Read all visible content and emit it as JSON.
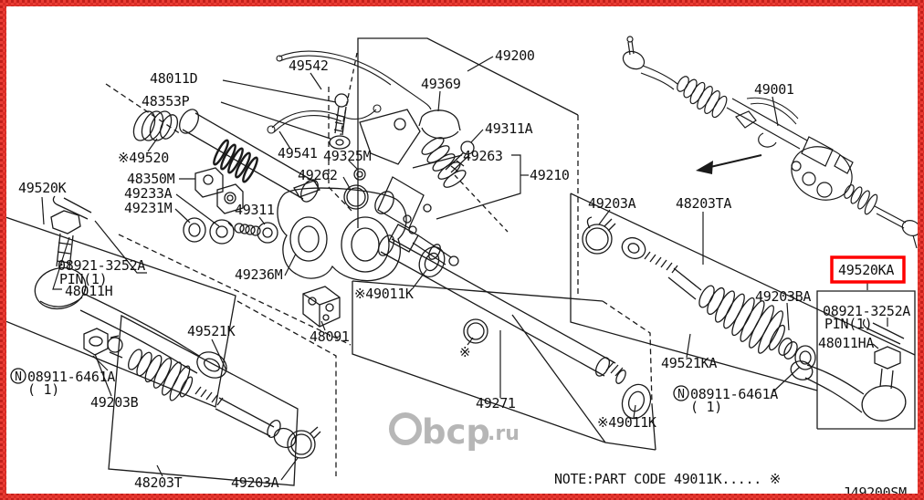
{
  "labels": {
    "tie_rod_outer_left": "49520K",
    "pin_left_1": "08921-3252A",
    "pin_left_2": "PIN(1)",
    "castle_nut_left": "48011H",
    "lock_nut_left": "08911-6461A",
    "lock_nut_left_qty": "( 1)",
    "boot_left": "49203B",
    "inner_rod_left": "49521K",
    "bracket": "48091",
    "boot_kit_left": "48203T",
    "clamp_left": "49203A",
    "bolt_top": "48011D",
    "clip_top": "48353P",
    "mount_bushing": "※49520",
    "block": "48350M",
    "cap_a": "49233A",
    "ring_m": "49231M",
    "plug": "49311",
    "plug_m": "49236M",
    "pipe_upper": "49542",
    "pipe_lower": "49541",
    "grommet": "49325M",
    "o_ring": "49262",
    "insulator": "49369",
    "bolt_a": "49311A",
    "spring": "49263",
    "valve": "49210",
    "gear_group": "49200",
    "seal_left": "※49011K",
    "reference_mark": "※",
    "rack_tube": "49271",
    "seal_right": "※49011K",
    "gear_assy": "49001",
    "clamp_right": "49203A",
    "boot_kit_right": "48203TA",
    "boot_right": "49203BA",
    "inner_rod_right": "49521KA",
    "lock_nut_right": "08911-6461A",
    "lock_nut_right_qty": "( 1)",
    "tie_rod_outer_right": "49520KA",
    "pin_right_1": "08921-3252A",
    "pin_right_2": "PIN(1)",
    "castle_nut_right": "48011HA"
  },
  "symbols": {
    "circled_n": "N",
    "reference_mark": "※"
  },
  "footer": {
    "note": "NOTE:PART CODE 49011K..... ※",
    "diagram_code": "J49200SM"
  },
  "watermark": {
    "text": "bcp",
    "suffix": ".ru"
  },
  "colors": {
    "frame": "#e93c34",
    "frame_dark": "#c3201b",
    "highlight": "#ff0000",
    "line": "#1a1a1a",
    "watermark": "#a5a5a5"
  }
}
